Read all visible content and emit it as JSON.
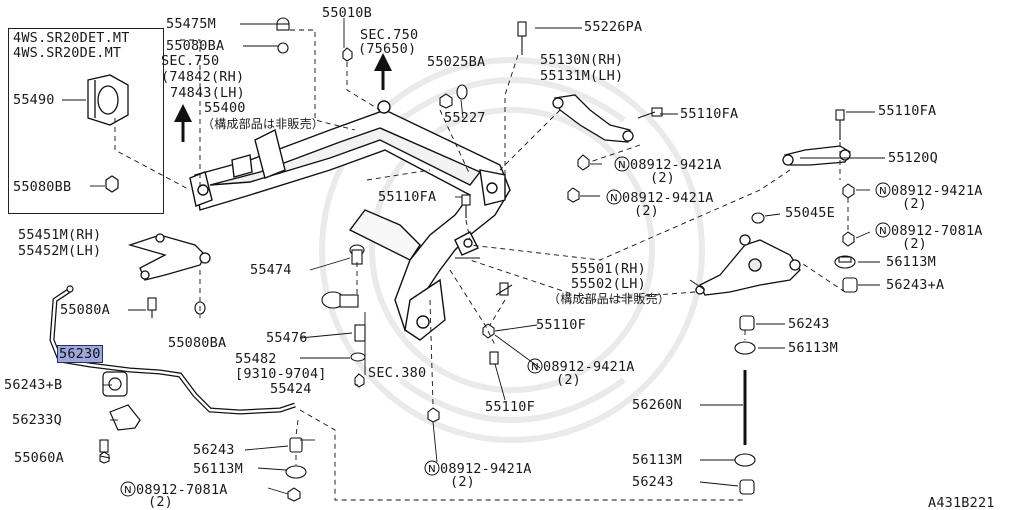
{
  "diagram": {
    "code": "A431B221",
    "inset_title": [
      "4WS.SR20DET.MT",
      "4WS.SR20DE.MT"
    ],
    "inset_parts": [
      "55490",
      "55080BB"
    ],
    "sec_750_a": [
      "SEC.750",
      "(74842(RH)",
      "74843(LH)"
    ],
    "sec_750_b": [
      "SEC.750",
      "(75650)"
    ],
    "sec_380": "SEC.380",
    "not_sold_separately": "（構成部品は非販売）",
    "selected_part": "56230",
    "parts": {
      "p55475M": "55475M",
      "p55080BA_top": "55080BA",
      "p55010B": "55010B",
      "p55226PA": "55226PA",
      "p55025BA": "55025BA",
      "p55227": "55227",
      "p55130N": "55130N(RH)",
      "p55131M": "55131M(LH)",
      "p55110FA_a": "55110FA",
      "p55110FA_b": "55110FA",
      "p55110FA_c": "55110FA",
      "p55400": "55400",
      "p55120Q": "55120Q",
      "p55045E": "55045E",
      "p55451M": "55451M(RH)",
      "p55452M": "55452M(LH)",
      "p55474": "55474",
      "p55501": "55501(RH)",
      "p55502": "55502(LH)",
      "p56113M_a": "56113M",
      "p56243A_a": "56243+A",
      "p55080A": "55080A",
      "p55080BA_b": "55080BA",
      "p55110F_a": "55110F",
      "p56243_a": "56243",
      "p56113M_b": "56113M",
      "p55476": "55476",
      "p55482": "55482",
      "p55482_date": "[9310-9704]",
      "p56243B": "56243+B",
      "p55424": "55424",
      "p55110F_b": "55110F",
      "p56233Q": "56233Q",
      "p56260N": "56260N",
      "p55060A": "55060A",
      "p56243_b": "56243",
      "p56113M_c": "56113M",
      "p56113M_d": "56113M",
      "p56243_c": "56243"
    },
    "nuts": {
      "n1": {
        "code": "08912-9421A",
        "qty": "(2)"
      },
      "n2": {
        "code": "08912-9421A",
        "qty": "(2)"
      },
      "n3": {
        "code": "08912-9421A",
        "qty": "(2)"
      },
      "n4": {
        "code": "08912-7081A",
        "qty": "(2)"
      },
      "n5": {
        "code": "08912-9421A",
        "qty": "(2)"
      },
      "n6": {
        "code": "08912-9421A",
        "qty": "(2)"
      },
      "n7": {
        "code": "08912-7081A",
        "qty": "(2)"
      }
    },
    "nut_symbol": "N"
  }
}
